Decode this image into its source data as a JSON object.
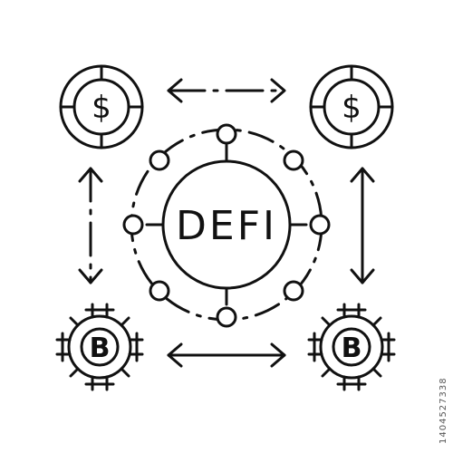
{
  "icon": {
    "label": "DEFI",
    "stroke_color": "#111111",
    "background": "#ffffff",
    "elements": {
      "center": "network-hub-icon",
      "top_left": "dollar-coin-icon",
      "top_right": "dollar-coin-icon",
      "bottom_left": "bitcoin-chip-icon",
      "bottom_right": "bitcoin-chip-icon",
      "arrows": "exchange-arrows-icon"
    },
    "dollar_symbol": "$",
    "bitcoin_symbol": "B"
  },
  "watermark": {
    "stock_id": "1404527338"
  }
}
